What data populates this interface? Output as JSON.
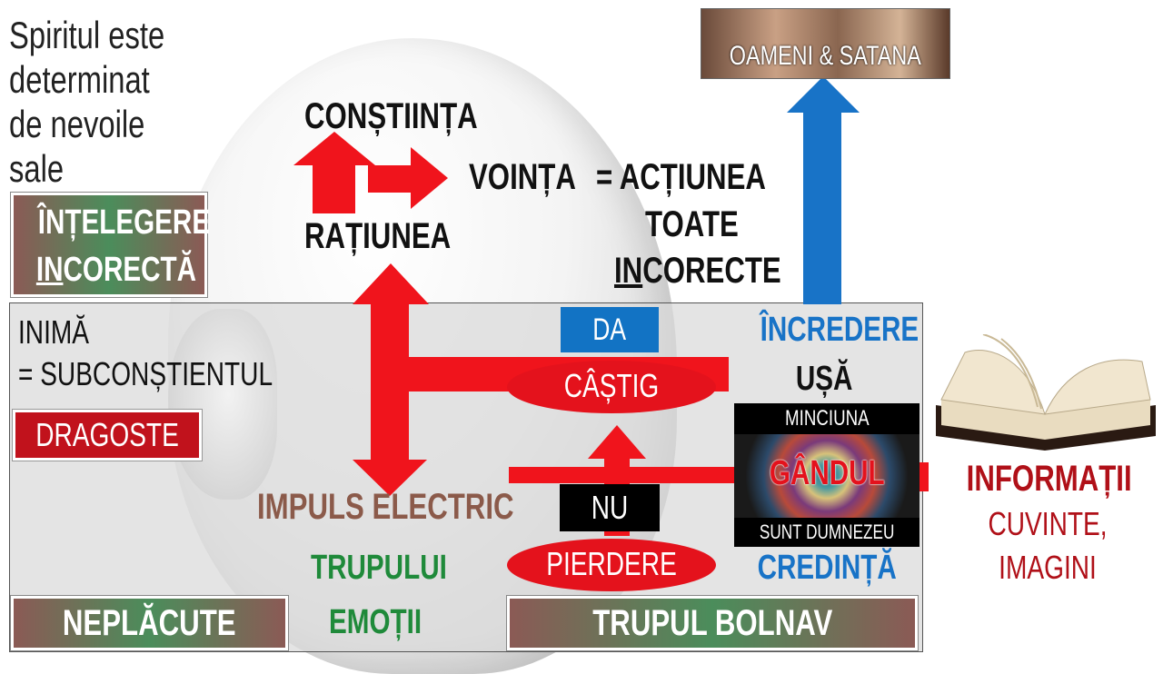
{
  "corner_text": [
    "Spiritul este",
    "determinat",
    "de nevoile",
    "sale"
  ],
  "understanding": {
    "line1": "ÎNȚELEGERE",
    "line2_underlined": "IN",
    "line2_rest": "CORECTĂ"
  },
  "mind": {
    "constiinta": "CONȘTIINȚA",
    "ratiunea": "RAȚIUNEA",
    "vointa": "VOINȚA",
    "equals_actiunea": "= ACȚIUNEA",
    "toate": "TOATE",
    "incorecte_underlined": "IN",
    "incorecte_rest": "CORECTE"
  },
  "people_label": "OAMENI & SATANA",
  "heart": {
    "line1": "INIMĂ",
    "line2": "= SUBCONȘTIENTUL",
    "dragoste": "DRAGOSTE",
    "impuls": "IMPULS ELECTRIC",
    "trupului": "TRUPULUI",
    "emotii": "EMOȚII",
    "neplacute": "NEPLĂCUTE",
    "trupul_bolnav": "TRUPUL BOLNAV"
  },
  "decision": {
    "da": "DA",
    "castig": "CÂȘTIG",
    "nu": "NU",
    "pierdere": "PIERDERE"
  },
  "door": {
    "incredere": "ÎNCREDERE",
    "usa": "UȘĂ",
    "minciuna": "MINCIUNA",
    "gandul": "GÂNDUL",
    "sunt_dumnezeu": "SUNT DUMNEZEU",
    "credinta": "CREDINȚĂ"
  },
  "info": {
    "informatii": "INFORMAȚII",
    "cuvinte": "CUVINTE,",
    "imagini": "IMAGINI"
  },
  "colors": {
    "red": "#e4121c",
    "blue": "#1273c4",
    "green": "#1f8a3a",
    "brown": "#8b5a55",
    "dark_red": "#b01018"
  }
}
